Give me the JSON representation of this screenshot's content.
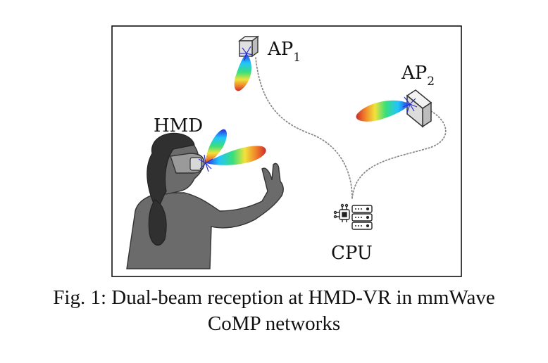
{
  "labels": {
    "hmd": "HMD",
    "ap1_main": "AP",
    "ap1_sub": "1",
    "ap2_main": "AP",
    "ap2_sub": "2",
    "cpu": "CPU"
  },
  "caption": {
    "line1": "Fig. 1: Dual-beam reception at HMD-VR in mmWave",
    "line2": "CoMP networks"
  },
  "icons": {
    "ap1": "access-point-cube-icon",
    "ap2": "access-point-cube-icon",
    "cpu": "cpu-server-icon",
    "person": "vr-user-silhouette-icon"
  },
  "colors": {
    "frame": "#111111",
    "link": "#8a8a8a",
    "figure": "#6b6b6b",
    "beam_core": "#2a2fd0"
  }
}
